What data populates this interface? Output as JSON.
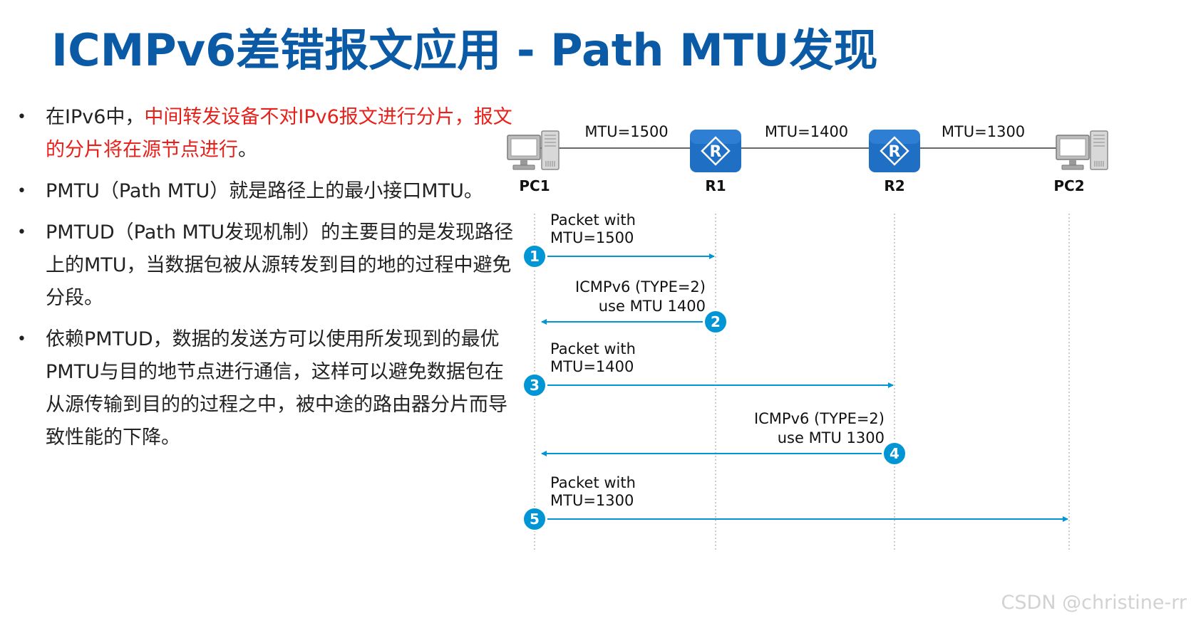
{
  "title": "ICMPv6差错报文应用 - Path MTU发现",
  "bullets": [
    {
      "segments": [
        {
          "text": "在IPv6中，",
          "red": false
        },
        {
          "text": "中间转发设备不对IPv6报文进行分片，报文的分片将在源节点进行",
          "red": true
        },
        {
          "text": "。",
          "red": false
        }
      ]
    },
    {
      "segments": [
        {
          "text": "PMTU（Path MTU）就是路径上的最小接口MTU。",
          "red": false
        }
      ]
    },
    {
      "segments": [
        {
          "text": "PMTUD（Path MTU发现机制）的主要目的是发现路径上的MTU，当数据包被从源转发到目的地的过程中避免分段。",
          "red": false
        }
      ]
    },
    {
      "segments": [
        {
          "text": "依赖PMTUD，数据的发送方可以使用所发现到的最优PMTU与目的地节点进行通信，这样可以避免数据包在从源传输到目的的过程之中，被中途的路由器分片而导致性能的下降。",
          "red": false
        }
      ]
    }
  ],
  "topology": {
    "nodes": [
      {
        "id": "pc1",
        "label": "PC1",
        "kind": "pc-icon"
      },
      {
        "id": "r1",
        "label": "R1",
        "kind": "router-icon"
      },
      {
        "id": "r2",
        "label": "R2",
        "kind": "router-icon"
      },
      {
        "id": "pc2",
        "label": "PC2",
        "kind": "pc-icon"
      }
    ],
    "links": [
      {
        "from": "pc1",
        "to": "r1",
        "mtu": "MTU=1500"
      },
      {
        "from": "r1",
        "to": "r2",
        "mtu": "MTU=1400"
      },
      {
        "from": "r2",
        "to": "pc2",
        "mtu": "MTU=1300"
      }
    ]
  },
  "steps": [
    {
      "num": "1",
      "from": "pc1",
      "to": "r1",
      "lines": [
        "Packet with",
        "MTU=1500"
      ]
    },
    {
      "num": "2",
      "from": "r1",
      "to": "pc1",
      "lines": [
        "ICMPv6 (TYPE=2)",
        "use MTU 1400"
      ]
    },
    {
      "num": "3",
      "from": "pc1",
      "to": "r2",
      "lines": [
        "Packet with",
        "MTU=1400"
      ]
    },
    {
      "num": "4",
      "from": "r2",
      "to": "pc1",
      "lines": [
        "ICMPv6 (TYPE=2)",
        "use MTU 1300"
      ]
    },
    {
      "num": "5",
      "from": "pc1",
      "to": "pc2",
      "lines": [
        "Packet with",
        "MTU=1300"
      ]
    }
  ],
  "colors": {
    "title": "#0b5aa5",
    "accent": "#0096d6",
    "router": "#1f6fc5",
    "highlight": "#e8201a"
  },
  "watermark": "CSDN @christine-rr"
}
